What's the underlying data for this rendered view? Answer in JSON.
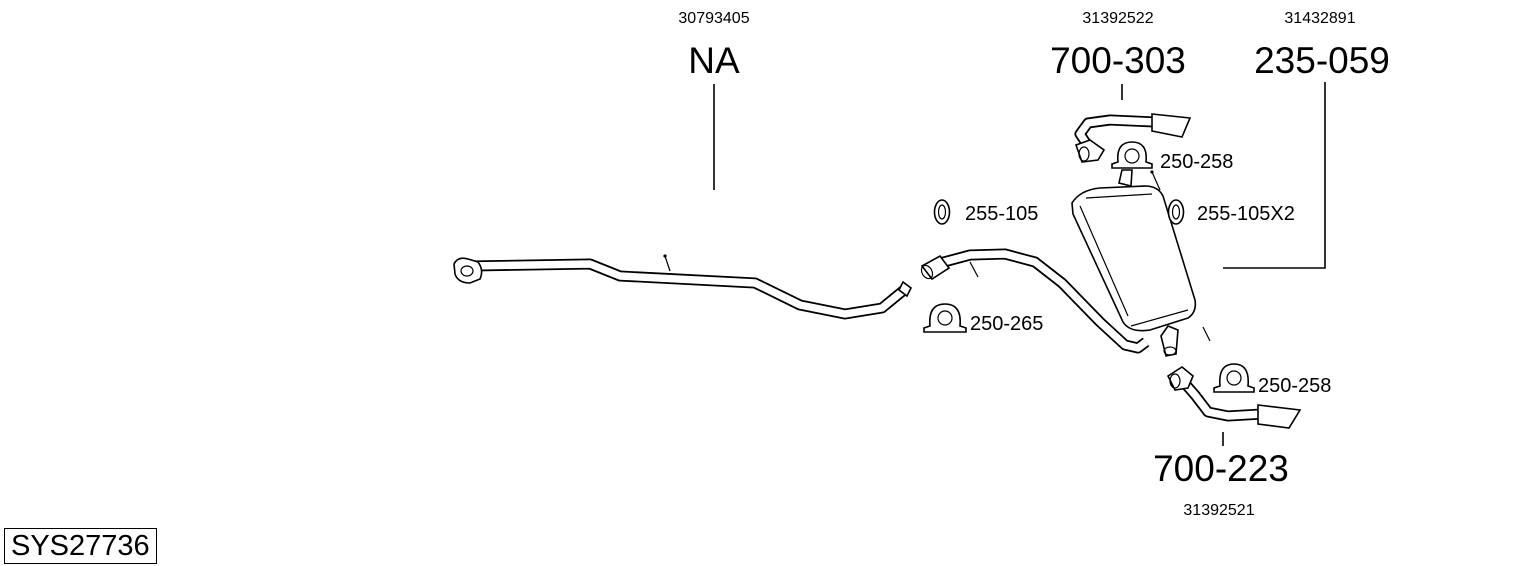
{
  "system_code": "SYS27736",
  "parts": {
    "front_pipe": {
      "oe_number": "30793405",
      "part_number": "NA"
    },
    "tail_pipe_upper": {
      "oe_number": "31392522",
      "part_number": "700-303"
    },
    "rear_silencer": {
      "oe_number": "31432891",
      "part_number": "235-059"
    },
    "tail_pipe_lower": {
      "oe_number": "31392521",
      "part_number": "700-223"
    }
  },
  "accessories": {
    "clamp_upper": "250-258",
    "rubber_left": "255-105",
    "rubber_right": "255-105X2",
    "clamp_mid": "250-265",
    "clamp_lower": "250-258"
  }
}
